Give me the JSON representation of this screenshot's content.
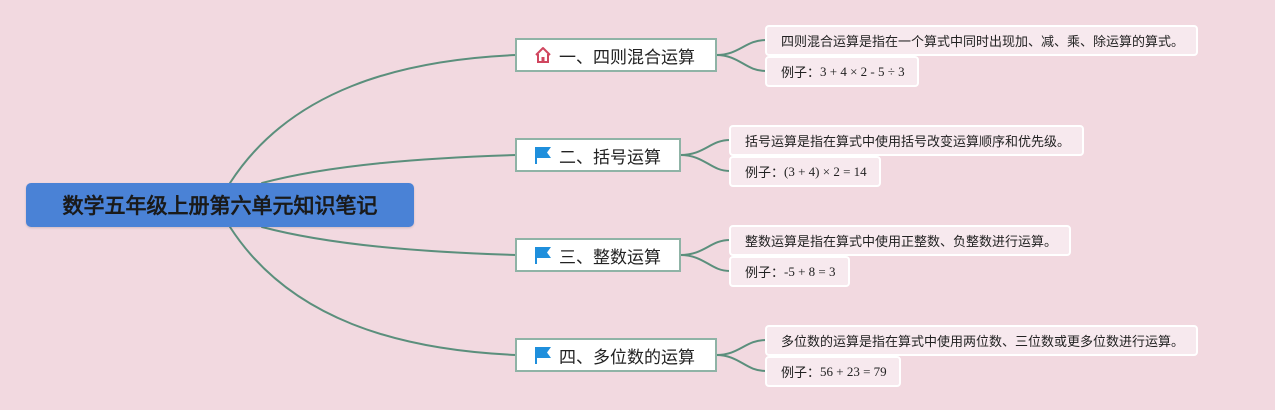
{
  "root": {
    "title": "数学五年级上册第六单元知识笔记"
  },
  "colors": {
    "background": "#f2d9e0",
    "root": "#4a82d6",
    "connector": "#5b8f7c",
    "home_icon": "#d0465f",
    "flag_icon": "#1f8fdc"
  },
  "topics": [
    {
      "icon": "home-icon",
      "label": "一、四则混合运算",
      "definition": "四则混合运算是指在一个算式中同时出现加、减、乘、除运算的算式。",
      "example_prefix": "例子：",
      "example": "3 + 4 × 2 - 5 ÷ 3"
    },
    {
      "icon": "flag-icon",
      "label": "二、括号运算",
      "definition": "括号运算是指在算式中使用括号改变运算顺序和优先级。",
      "example_prefix": "例子：",
      "example": "(3 + 4) × 2 = 14"
    },
    {
      "icon": "flag-icon",
      "label": "三、整数运算",
      "definition": "整数运算是指在算式中使用正整数、负整数进行运算。",
      "example_prefix": "例子：",
      "example": "-5 + 8 = 3"
    },
    {
      "icon": "flag-icon",
      "label": "四、多位数的运算",
      "definition": "多位数的运算是指在算式中使用两位数、三位数或更多位数进行运算。",
      "example_prefix": "例子：",
      "example": "56 + 23 = 79"
    }
  ]
}
